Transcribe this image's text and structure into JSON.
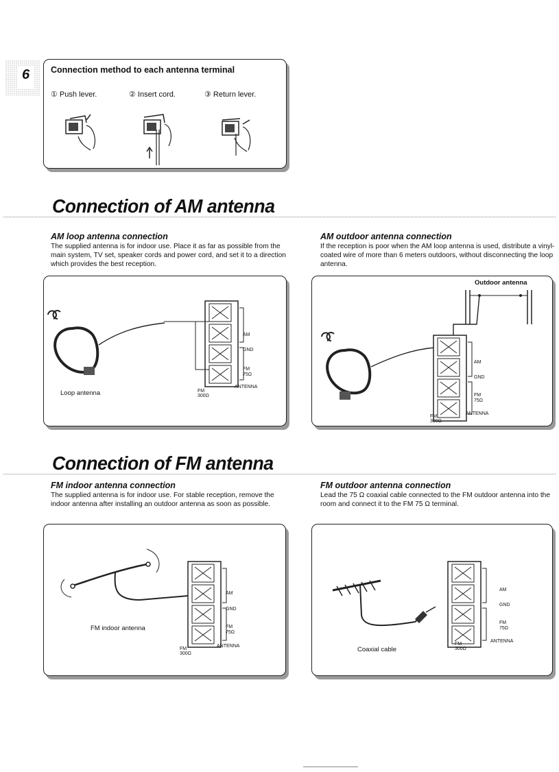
{
  "page_number": "6",
  "method_box": {
    "title": "Connection method to each antenna terminal",
    "steps": [
      "① Push lever.",
      "② Insert cord.",
      "③ Return lever."
    ]
  },
  "am_section": {
    "title": "Connection of AM antenna",
    "loop": {
      "heading": "AM loop antenna connection",
      "text": "The supplied antenna is for indoor use. Place it as far as possible from the main system, TV set, speaker cords and power cord, and set it to a direction which provides the best reception."
    },
    "outdoor": {
      "heading": "AM outdoor antenna connection",
      "text": "If the reception is poor when the AM loop antenna is used, distribute a vinyl-coated wire of more than 6 meters outdoors, without disconnecting the loop antenna."
    },
    "diagram_left": {
      "label": "Loop antenna"
    },
    "diagram_right": {
      "label": "Outdoor antenna"
    }
  },
  "fm_section": {
    "title": "Connection of FM antenna",
    "indoor": {
      "heading": "FM indoor antenna connection",
      "text": "The supplied antenna is for indoor use. For stable reception, remove the indoor antenna after installing an outdoor antenna as soon as possible."
    },
    "outdoor": {
      "heading": "FM outdoor antenna connection",
      "text": "Lead the 75 Ω coaxial cable connected to the FM outdoor antenna into the room and connect it to the FM 75 Ω terminal."
    },
    "diagram_left": {
      "label": "FM indoor antenna"
    },
    "diagram_right": {
      "label": "Coaxial cable"
    }
  },
  "terminal_labels": {
    "am": "AM",
    "gnd": "GND",
    "fm75": "FM",
    "ohm75": "75Ω",
    "antenna": "ANTENNA",
    "fm300": "FM",
    "ohm300": "300Ω"
  }
}
